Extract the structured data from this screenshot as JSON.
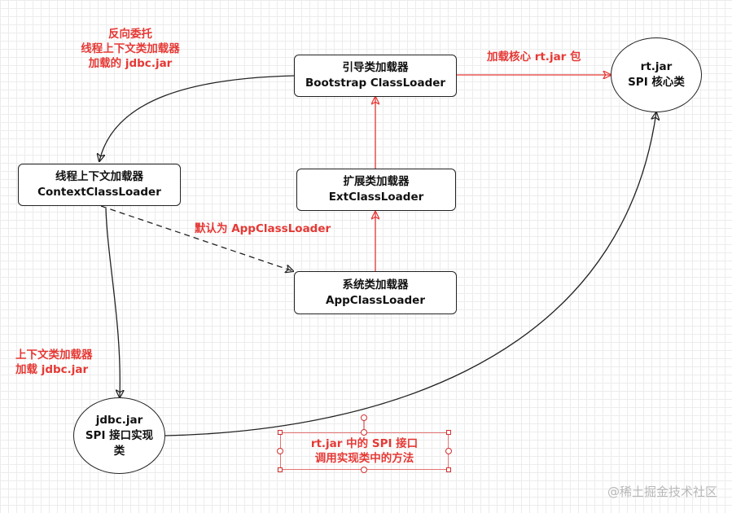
{
  "nodes": {
    "bootstrap": {
      "line1": "引导类加载器",
      "line2": "Bootstrap ClassLoader"
    },
    "context": {
      "line1": "线程上下文加载器",
      "line2": "ContextClassLoader"
    },
    "ext": {
      "line1": "扩展类加载器",
      "line2": "ExtClassLoader"
    },
    "app": {
      "line1": "系统类加载器",
      "line2": "AppClassLoader"
    },
    "rtjar": {
      "line1": "rt.jar",
      "line2": "SPI 核心类"
    },
    "jdbcjar": {
      "line1": "jdbc.jar",
      "line2": "SPI 接口实现",
      "line3": "类"
    }
  },
  "labels": {
    "reverse_delegation": {
      "line1": "反向委托",
      "line2": "线程上下文类加载器",
      "line3": "加载的 jdbc.jar"
    },
    "load_core": "加载核心 rt.jar 包",
    "default_app": "默认为 AppClassLoader",
    "context_load": {
      "line1": "上下文类加载器",
      "line2": "加载 jdbc.jar"
    },
    "spi_call": {
      "line1": "rt.jar 中的 SPI 接口",
      "line2": "调用实现类中的方法"
    }
  },
  "watermark": "@稀土掘金技术社区",
  "colors": {
    "red": "#e53935",
    "black": "#222222"
  }
}
